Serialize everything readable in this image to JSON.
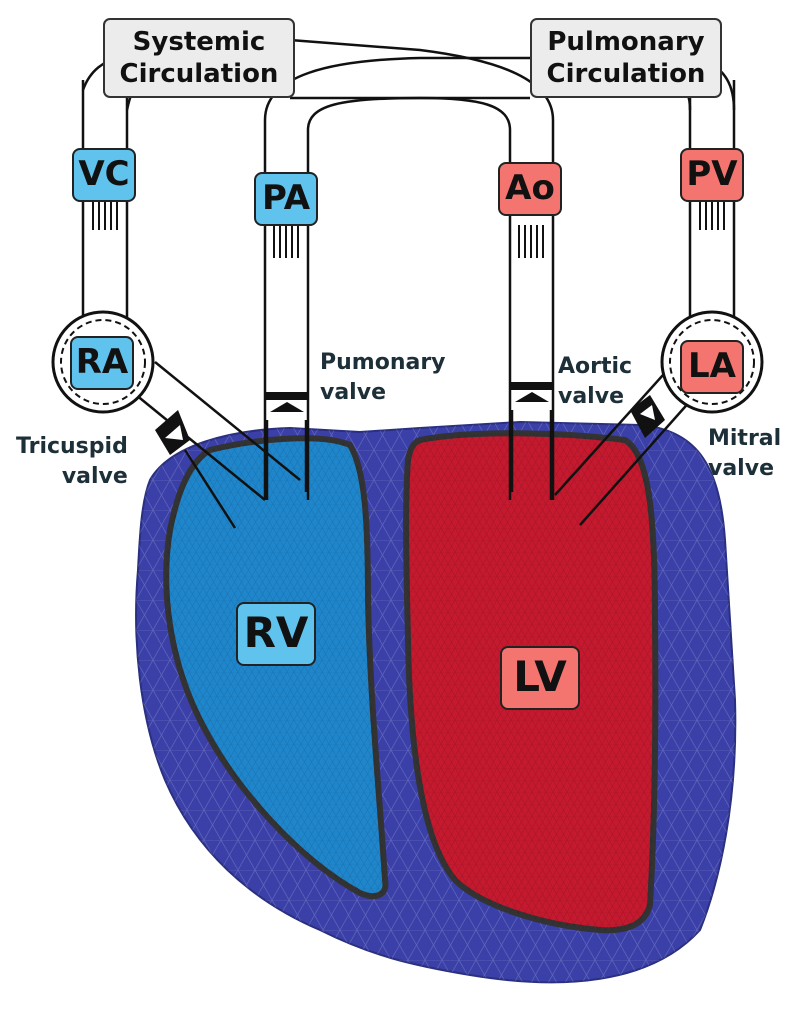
{
  "circulations": {
    "systemic": [
      "Systemic",
      "Circulation"
    ],
    "pulmonary": [
      "Pulmonary",
      "Circulation"
    ]
  },
  "vessels": {
    "vc": "VC",
    "pa": "PA",
    "ao": "Ao",
    "pv": "PV"
  },
  "atria": {
    "ra": "RA",
    "la": "LA"
  },
  "ventricles": {
    "rv": "RV",
    "lv": "LV"
  },
  "valves": {
    "pulmonary": [
      "Pumonary",
      "valve"
    ],
    "aortic": [
      "Aortic",
      "valve"
    ],
    "tricuspid": [
      "Tricuspid",
      "valve"
    ],
    "mitral": [
      "Mitral",
      "valve"
    ]
  },
  "colors": {
    "deoxygenated": "#5fc3ee",
    "oxygenated": "#f47570",
    "myocardium": "#3a40a8",
    "rv_cavity": "#1f86cc",
    "lv_cavity": "#c4192e"
  }
}
